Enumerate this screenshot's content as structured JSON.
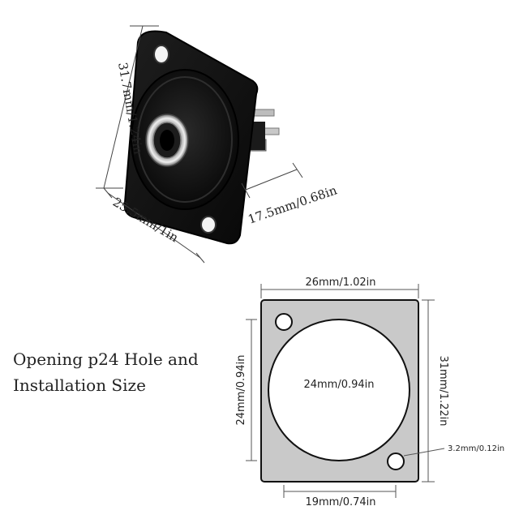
{
  "product_dimensions": {
    "height_label": "31.7mm/1.24in",
    "width_label": "25.5mm/1in",
    "depth_label": "17.5mm/0.68in"
  },
  "caption": {
    "line1": "Opening p24 Hole and",
    "line2": "Installation Size"
  },
  "drawing": {
    "top_width": "26mm/1.02in",
    "right_height": "31mm/1.22in",
    "left_hole_height": "24mm/0.94in",
    "hole_diameter": "24mm/0.94in",
    "screw_hole": "3.2mm/0.12in",
    "bottom_spacing": "19mm/0.74in"
  },
  "colors": {
    "plate_fill": "#c9c9c9",
    "jack_body": "#111111",
    "pin_metal": "#c8c8c8"
  }
}
